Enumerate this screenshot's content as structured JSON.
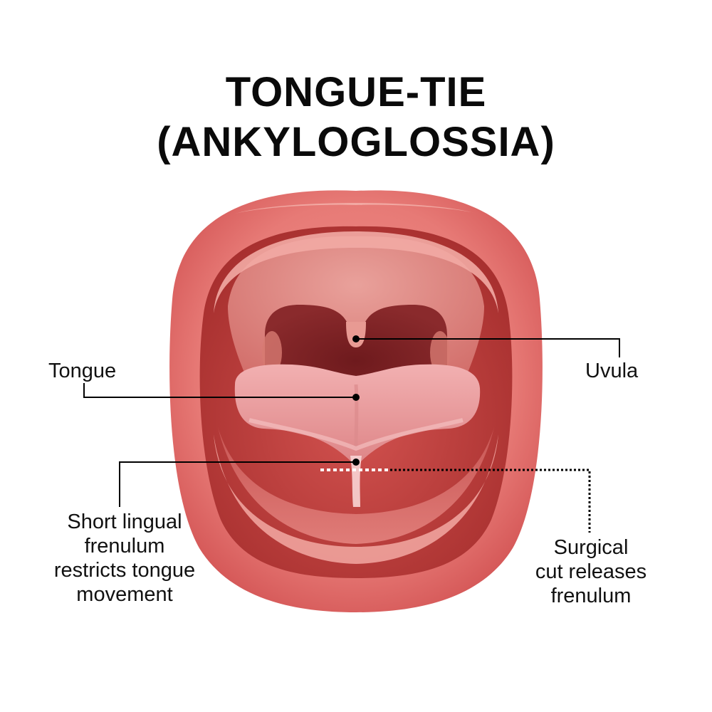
{
  "title": {
    "line1": "TONGUE-TIE",
    "line2": "(ANKYLOGLOSSIA)"
  },
  "labels": {
    "tongue": "Tongue",
    "uvula": "Uvula",
    "frenulum": [
      "Short lingual",
      "frenulum",
      "restricts tongue",
      "movement"
    ],
    "surgical": [
      "Surgical",
      "cut releases",
      "frenulum"
    ]
  },
  "colors": {
    "lip_outer": "#e06a6a",
    "lip_highlight": "#f3a6a0",
    "mouth_interior": "#c0403f",
    "throat_dark": "#7e1f22",
    "palate": "#e48d88",
    "tongue": "#e89a9c",
    "tongue_highlight": "#f3b8b8",
    "frenulum_line": "#fbe1e1",
    "leader_line": "#000000"
  }
}
